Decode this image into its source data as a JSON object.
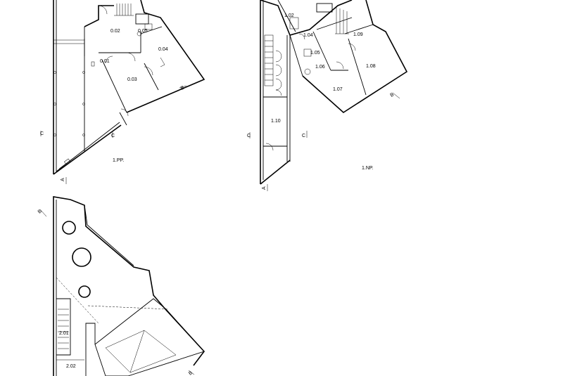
{
  "plans": [
    {
      "title": "1.PP.",
      "rooms": [
        "0.01",
        "0.02",
        "0.03",
        "0.04",
        "0.05"
      ],
      "section_marks": [
        "C",
        "C",
        "A",
        "B"
      ]
    },
    {
      "title": "1.NP.",
      "rooms": [
        "1.02",
        "1.04",
        "1.05",
        "1.06",
        "1.07",
        "1.08",
        "1.09",
        "1.10"
      ],
      "section_marks": [
        "C",
        "C",
        "A",
        "B"
      ]
    },
    {
      "title": "",
      "rooms": [
        "2.01",
        "2.02"
      ],
      "section_marks": [
        "B",
        "B"
      ]
    }
  ]
}
